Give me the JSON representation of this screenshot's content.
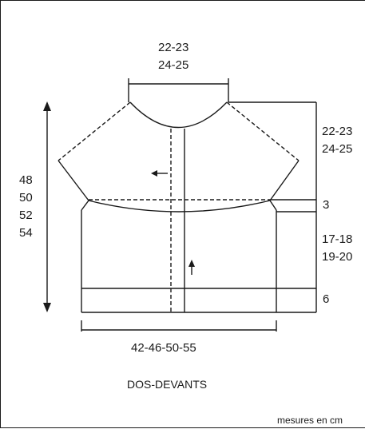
{
  "labels": {
    "neck_width": [
      "22-23",
      "24-25"
    ],
    "total_length": [
      "48",
      "50",
      "52",
      "54"
    ],
    "yoke_height": [
      "22-23",
      "24-25"
    ],
    "band_upper": "3",
    "body_height": [
      "17-18",
      "19-20"
    ],
    "band_lower": "6",
    "bottom_width": "42-46-50-55",
    "title": "DOS-DEVANTS",
    "units": "mesures en cm"
  }
}
